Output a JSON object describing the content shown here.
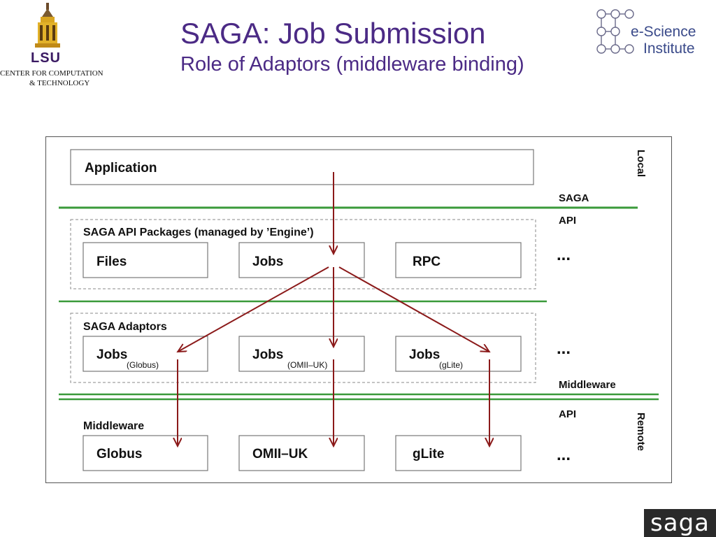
{
  "header": {
    "title": "SAGA: Job Submission",
    "subtitle": "Role of Adaptors (middleware binding)"
  },
  "logos": {
    "lsu": {
      "name": "LSU",
      "line1": "CENTER FOR COMPUTATION",
      "line2": "& TECHNOLOGY",
      "icon": "capitol-building-icon"
    },
    "escience": {
      "line1_prefix": "e",
      "line1_rest": "-Science",
      "line2": "Institute",
      "icon": "node-grid-icon"
    },
    "saga_badge": "saga"
  },
  "diagram": {
    "application": "Application",
    "labels": {
      "local": "Local",
      "remote": "Remote",
      "saga": "SAGA",
      "api_top": "API",
      "middleware_right": "Middleware",
      "api_bottom": "API"
    },
    "packages": {
      "title": "SAGA API Packages (managed by ’Engine’)",
      "items": [
        "Files",
        "Jobs",
        "RPC"
      ],
      "ellipsis": "..."
    },
    "adaptors": {
      "title": "SAGA Adaptors",
      "items": [
        {
          "label": "Jobs",
          "sub": "(Globus)"
        },
        {
          "label": "Jobs",
          "sub": "(OMII–UK)"
        },
        {
          "label": "Jobs",
          "sub": "(gLite)"
        }
      ],
      "ellipsis": "..."
    },
    "middleware": {
      "title": "Middleware",
      "items": [
        "Globus",
        "OMII–UK",
        "gLite"
      ],
      "ellipsis": "..."
    },
    "colors": {
      "arrow": "#8b1a1a",
      "separator": "#3a9a3a",
      "title": "#4b2a85"
    }
  }
}
